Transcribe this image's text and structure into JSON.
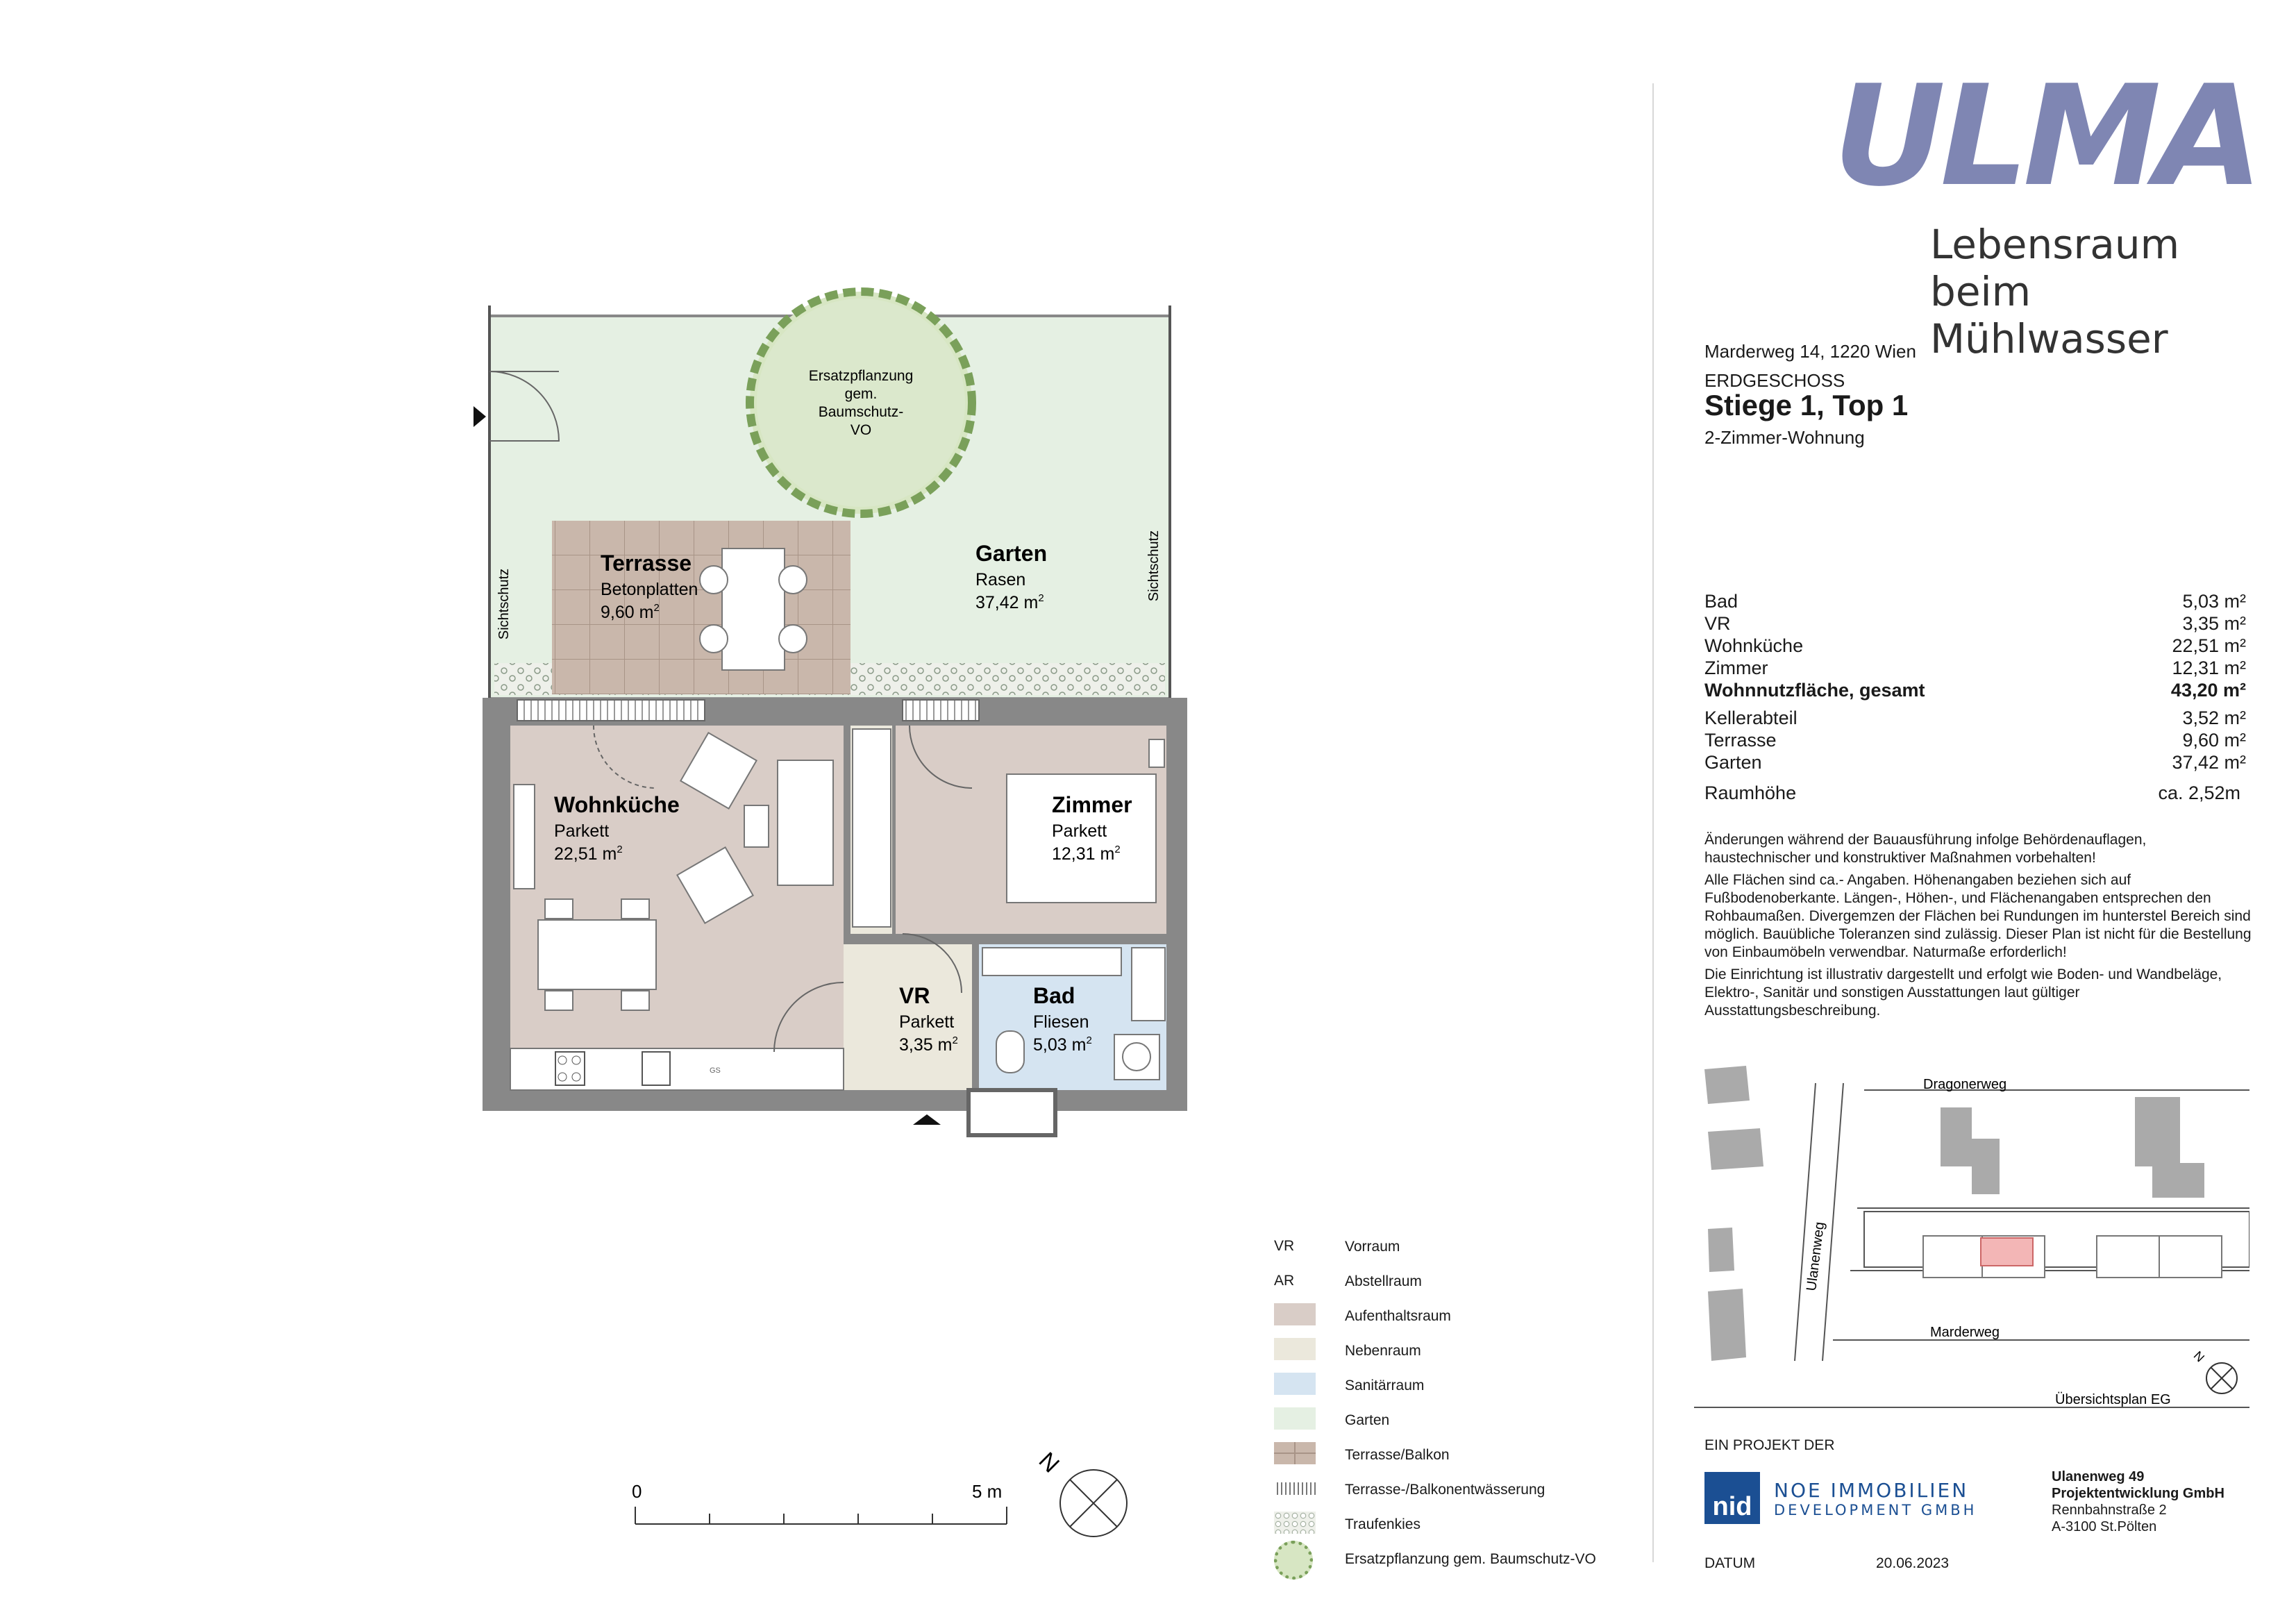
{
  "brand": {
    "name": "ULMA",
    "tagline_line1": "Lebensraum beim",
    "tagline_line2": "Mühlwasser"
  },
  "header": {
    "address": "Marderweg 14, 1220 Wien",
    "floor": "ERDGESCHOSS",
    "unit": "Stiege 1, Top 1",
    "type": "2-Zimmer-Wohnung"
  },
  "areas": [
    {
      "label": "Bad",
      "value": "5,03 m²",
      "bold": false
    },
    {
      "label": "VR",
      "value": "3,35 m²",
      "bold": false
    },
    {
      "label": "Wohnküche",
      "value": "22,51 m²",
      "bold": false
    },
    {
      "label": "Zimmer",
      "value": "12,31 m²",
      "bold": false
    },
    {
      "label": "Wohnnutzfläche, gesamt",
      "value": "43,20 m²",
      "bold": true
    }
  ],
  "extra_areas": [
    {
      "label": "Kellerabteil",
      "value": "3,52 m²"
    },
    {
      "label": "Terrasse",
      "value": "9,60 m²"
    },
    {
      "label": "Garten",
      "value": "37,42 m²"
    }
  ],
  "room_height": {
    "label": "Raumhöhe",
    "value": "ca. 2,52m"
  },
  "notes": {
    "p1": "Änderungen während der Bauausführung infolge Behördenauflagen, haustechnischer und konstruktiver Maßnahmen vorbehalten!",
    "p2": "Alle Flächen sind ca.- Angaben. Höhenangaben beziehen sich auf Fußbodenoberkante. Längen-, Höhen-, und Flächenangaben entsprechen den Rohbaumaßen. Divergemzen der Flächen bei Rundungen im hunterstel Bereich sind möglich. Bauübliche Toleranzen sind zulässig. Dieser Plan ist nicht für die Bestellung von Einbaumöbeln verwendbar. Naturmaße erforderlich!",
    "p3": "Die Einrichtung ist illustrativ dargestellt und erfolgt wie Boden- und Wandbeläge, Elektro-, Sanitär und sonstigen Ausstattungen laut gültiger Ausstattungsbeschreibung."
  },
  "site_plan": {
    "street_top": "Dragonerweg",
    "street_left": "Ulanenweg",
    "street_bottom": "Marderweg",
    "caption": "Übersichtsplan EG",
    "north": "N"
  },
  "footer": {
    "project_by": "EIN PROJEKT DER",
    "logo_abbr": "nid",
    "company_line1": "NOE IMMOBILIEN",
    "company_line2": "DEVELOPMENT GMBH",
    "addr_line1": "Ulanenweg 49",
    "addr_line2": "Projektentwicklung GmbH",
    "addr_line3": "Rennbahnstraße 2",
    "addr_line4": "A-3100 St.Pölten",
    "date_label": "DATUM",
    "date_value": "20.06.2023"
  },
  "legend": [
    {
      "abbr": "VR",
      "desc": "Vorraum",
      "swatch": ""
    },
    {
      "abbr": "AR",
      "desc": "Abstellraum",
      "swatch": ""
    },
    {
      "abbr": "",
      "desc": "Aufenthaltsraum",
      "swatch": "#d9cdc7"
    },
    {
      "abbr": "",
      "desc": "Nebenraum",
      "swatch": "#ebe8dc"
    },
    {
      "abbr": "",
      "desc": "Sanitärraum",
      "swatch": "#d5e4f1"
    },
    {
      "abbr": "",
      "desc": "Garten",
      "swatch": "#e5f0e3"
    },
    {
      "abbr": "",
      "desc": "Terrasse/Balkon",
      "swatch": "#c9b7ab"
    },
    {
      "abbr": "",
      "desc": "Terrasse-/Balkonentwässerung",
      "swatch": "hatch"
    },
    {
      "abbr": "",
      "desc": "Traufenkies",
      "swatch": "gravel"
    },
    {
      "abbr": "",
      "desc": "Ersatzpflanzung gem. Baumschutz-VO",
      "swatch": "tree"
    }
  ],
  "plan": {
    "tree_line1": "Ersatzpflanzung",
    "tree_line2": "gem.",
    "tree_line3": "Baumschutz-",
    "tree_line4": "VO",
    "sichtschutz": "Sichtschutz",
    "terrasse": {
      "name": "Terrasse",
      "floor": "Betonplatten",
      "area": "9,60 m"
    },
    "garten": {
      "name": "Garten",
      "floor": "Rasen",
      "area": "37,42 m"
    },
    "wohnkueche": {
      "name": "Wohnküche",
      "floor": "Parkett",
      "area": "22,51 m"
    },
    "zimmer": {
      "name": "Zimmer",
      "floor": "Parkett",
      "area": "12,31 m"
    },
    "vr": {
      "name": "VR",
      "floor": "Parkett",
      "area": "3,35 m"
    },
    "bad": {
      "name": "Bad",
      "floor": "Fliesen",
      "area": "5,03 m"
    },
    "sup": "2",
    "scale_start": "0",
    "scale_end": "5 m",
    "north": "N",
    "gs": "GS"
  },
  "colors": {
    "wohn": "#d9cdc7",
    "neben": "#ebe8dc",
    "sanitaer": "#d5e4f1",
    "garten": "#e5f0e3",
    "terrasse": "#c9b7ab",
    "logo": "#7f86b3",
    "highlight": "#f3b6b6"
  }
}
